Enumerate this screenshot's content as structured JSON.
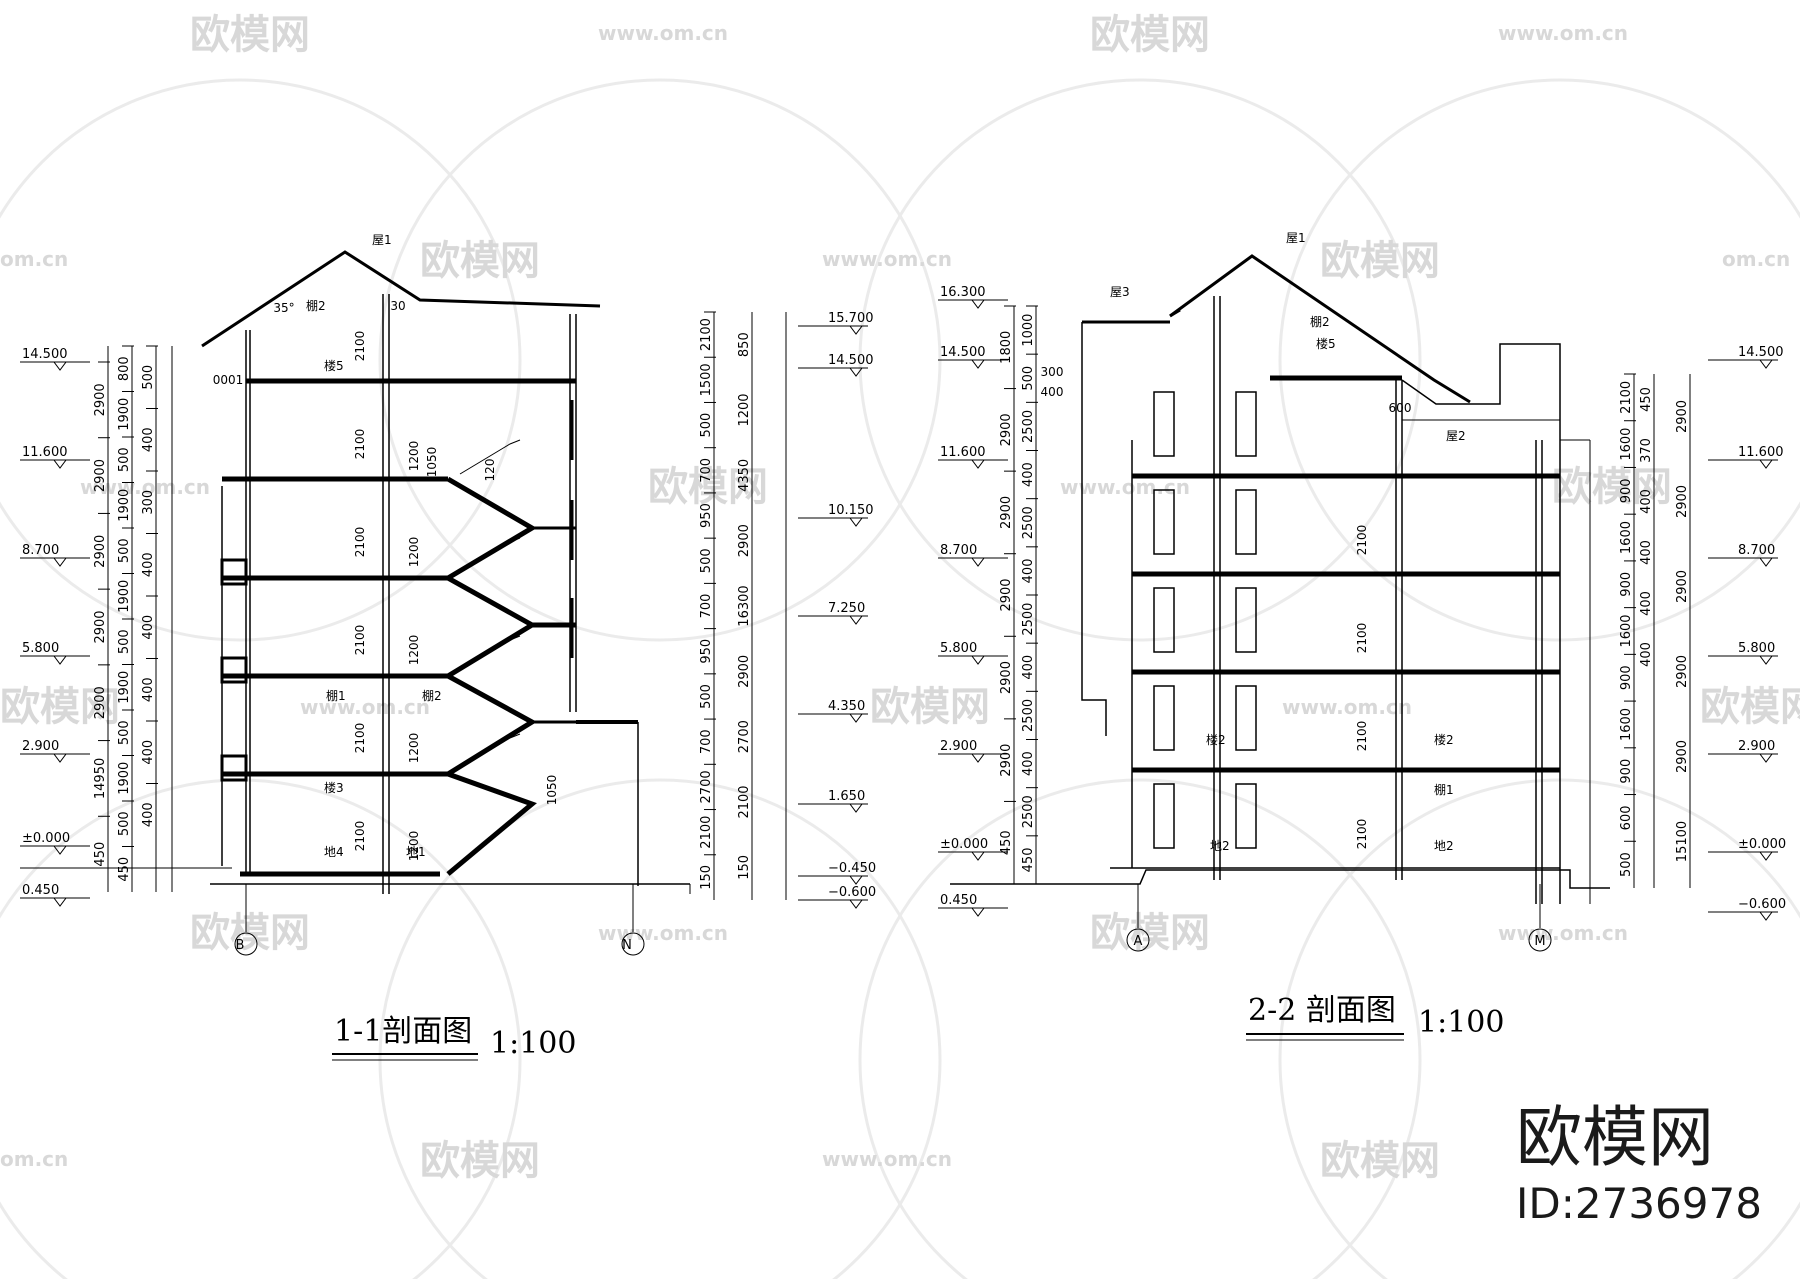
{
  "watermark": {
    "brand": "欧模网",
    "url": "www.om.cn",
    "url_short": "om.cn"
  },
  "brand_corner": {
    "name": "欧模网",
    "id": "ID:2736978"
  },
  "section_1": {
    "title": "1-1剖面图",
    "scale": "1:100",
    "axis_left": "B",
    "axis_right": "N",
    "levels_left": [
      "14.500",
      "11.600",
      "8.700",
      "5.800",
      "2.900",
      "±0.000",
      "0.450"
    ],
    "levels_right": [
      "15.700",
      "14.500",
      "10.150",
      "7.250",
      "4.350",
      "1.650",
      "−0.450",
      "−0.600"
    ],
    "dims_col1": [
      "2900",
      "2900",
      "2900",
      "2900",
      "2900",
      "14950",
      "450"
    ],
    "dims_col2": [
      "800",
      "1900",
      "500",
      "1900",
      "500",
      "1900",
      "500",
      "1900",
      "500",
      "1900",
      "500",
      "450"
    ],
    "dims_col3": [
      "500",
      "400",
      "300",
      "400",
      "400",
      "400",
      "400",
      "400"
    ],
    "dims_right_a": [
      "2100",
      "1500",
      "500",
      "700",
      "950",
      "500",
      "700",
      "950",
      "500",
      "700",
      "2700",
      "2100",
      "150"
    ],
    "dims_right_b": [
      "850",
      "1200",
      "4350",
      "2900",
      "16300",
      "2900",
      "2700",
      "2100",
      "150"
    ],
    "inner_dims": [
      "2100",
      "2100",
      "2100",
      "2100",
      "2100",
      "2100",
      "1200",
      "1200",
      "1200",
      "1200",
      "1200",
      "1050",
      "1050",
      "120",
      "35°",
      "30",
      "0001"
    ],
    "tags": [
      "屋1",
      "棚2",
      "楼5",
      "棚1",
      "楼3",
      "地4",
      "棚2",
      "地1"
    ]
  },
  "section_2": {
    "title": "2-2 剖面图",
    "scale": "1:100",
    "axis_left": "A",
    "axis_right": "M",
    "levels_left": [
      "16.300",
      "14.500",
      "11.600",
      "8.700",
      "5.800",
      "2.900",
      "±0.000",
      "0.450"
    ],
    "levels_right": [
      "14.500",
      "11.600",
      "8.700",
      "5.800",
      "2.900",
      "±0.000",
      "−0.600"
    ],
    "dims_col1": [
      "1800",
      "2900",
      "2900",
      "2900",
      "2900",
      "2900",
      "450"
    ],
    "dims_col2": [
      "1000",
      "500",
      "2500",
      "400",
      "2500",
      "400",
      "2500",
      "400",
      "2500",
      "400",
      "2500",
      "450"
    ],
    "dims_right_a": [
      "2100",
      "1600",
      "900",
      "1600",
      "900",
      "1600",
      "900",
      "1600",
      "900",
      "600",
      "500"
    ],
    "dims_right_b": [
      "2900",
      "2900",
      "2900",
      "2900",
      "2900",
      "15100"
    ],
    "dims_right_c": [
      "450",
      "370",
      "400",
      "400",
      "400",
      "400"
    ],
    "inner_dims": [
      "2100",
      "2100",
      "2100",
      "2100",
      "600",
      "300",
      "400"
    ],
    "tags": [
      "屋1",
      "屋3",
      "棚2",
      "楼5",
      "屋2",
      "楼2",
      "楼2",
      "棚1",
      "地2",
      "地2"
    ]
  }
}
